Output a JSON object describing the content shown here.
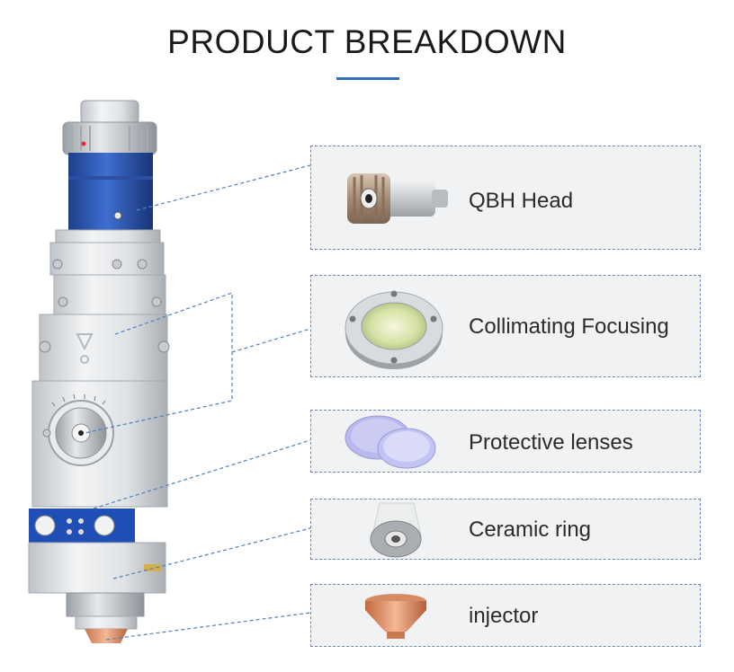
{
  "page": {
    "title": "PRODUCT BREAKDOWN",
    "accent_color": "#2f6fb8",
    "leader_line_color": "#4f7fbf"
  },
  "components": [
    {
      "label": "QBH Head",
      "icon": "qbh-head-image"
    },
    {
      "label": "Collimating Focusing",
      "icon": "collimating-lens-image"
    },
    {
      "label": "Protective lenses",
      "icon": "protective-lenses-image"
    },
    {
      "label": "Ceramic ring",
      "icon": "ceramic-ring-image"
    },
    {
      "label": "injector",
      "icon": "nozzle-injector-image"
    }
  ]
}
